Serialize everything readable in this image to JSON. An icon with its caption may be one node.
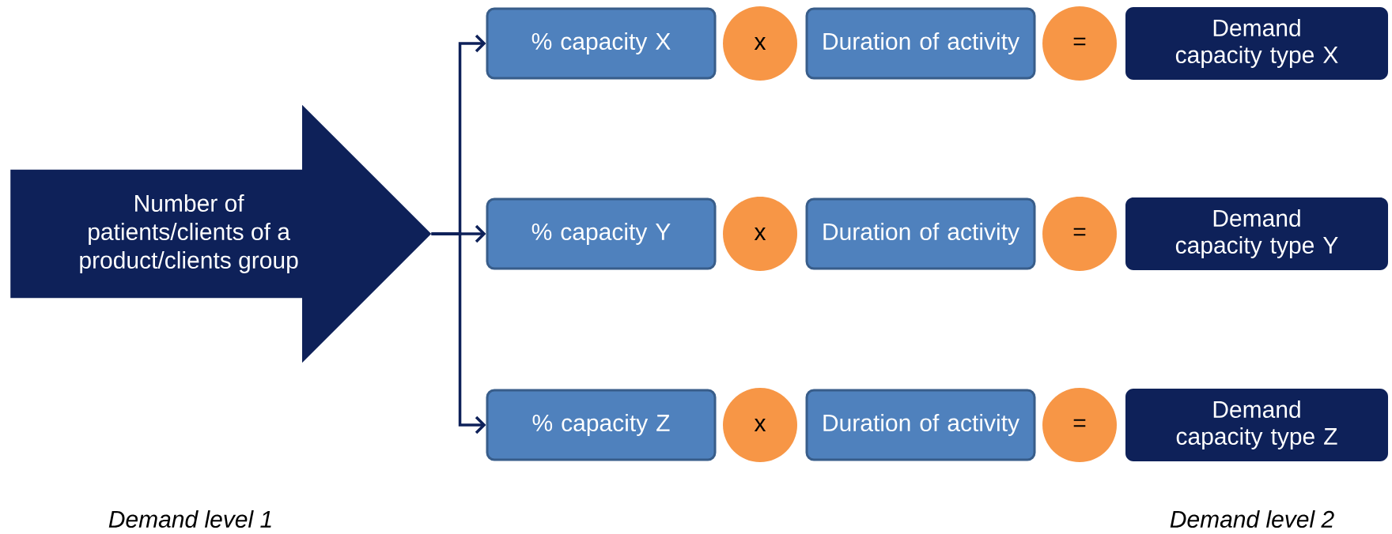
{
  "diagram": {
    "nodes": [
      {
        "text": [
          "Number of patients/clients of a product/clients group"
        ]
      },
      {
        "text": [
          "% capacity X"
        ]
      },
      {
        "text": [
          "x"
        ]
      },
      {
        "text": [
          "Duration of activity"
        ]
      },
      {
        "text": [
          "="
        ]
      },
      {
        "text": [
          "Demand capacity type X"
        ]
      },
      {
        "text": [
          "% capacity Y"
        ]
      },
      {
        "text": [
          "x"
        ]
      },
      {
        "text": [
          "Duration of activity"
        ]
      },
      {
        "text": [
          "="
        ]
      },
      {
        "text": [
          "Demand capacity type Y"
        ]
      },
      {
        "text": [
          "% capacity Z"
        ]
      },
      {
        "text": [
          "x"
        ]
      },
      {
        "text": [
          "Duration of activity"
        ]
      },
      {
        "text": [
          "="
        ]
      },
      {
        "text": [
          "Demand capacity type Z"
        ]
      }
    ],
    "edges": [
      {
        "from": 0,
        "to": 1,
        "arrow": "to"
      },
      {
        "from": 0,
        "to": 6,
        "arrow": "to"
      },
      {
        "from": 0,
        "to": 11,
        "arrow": "to"
      }
    ],
    "labels": [
      "Demand level 1",
      "Demand level 2"
    ]
  }
}
